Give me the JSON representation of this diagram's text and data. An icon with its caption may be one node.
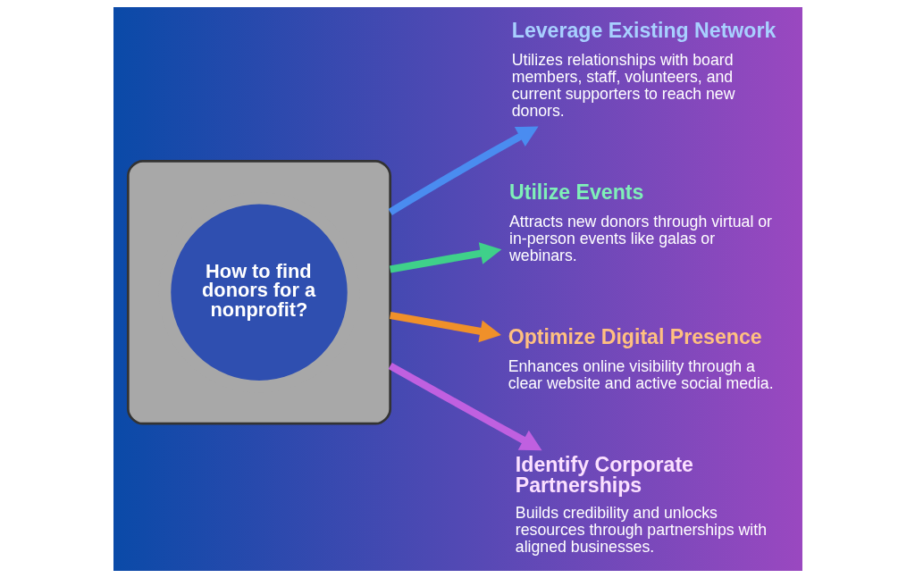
{
  "diagram": {
    "nodes": [
      {
        "text": [],
        "shape": "person"
      },
      {
        "text": [
          "How to find donors for a nonprofit?"
        ],
        "in": 0
      },
      {
        "text": [
          "Leverage Existing Network",
          "Utilizes relationships with board members, staff, volunteers, and current supporters to reach new donors."
        ]
      },
      {
        "text": [
          "Utilize Events",
          "Attracts new donors through virtual or in-person events like galas or webinars."
        ]
      },
      {
        "text": [
          "Optimize Digital Presence",
          "Enhances online visibility through a clear website and active social media."
        ]
      },
      {
        "text": [
          "Identify Corporate Partnerships",
          "Builds credibility and unlocks resources through partnerships with aligned businesses."
        ]
      }
    ],
    "edges": [
      {
        "from": 0,
        "to": 2,
        "arrow": "to",
        "color": "#4a8cf0"
      },
      {
        "from": 0,
        "to": 3,
        "arrow": "to",
        "color": "#3fd08a"
      },
      {
        "from": 0,
        "to": 4,
        "arrow": "to",
        "color": "#f0902a"
      },
      {
        "from": 0,
        "to": 5,
        "arrow": "to",
        "color": "#c060e0"
      }
    ]
  }
}
